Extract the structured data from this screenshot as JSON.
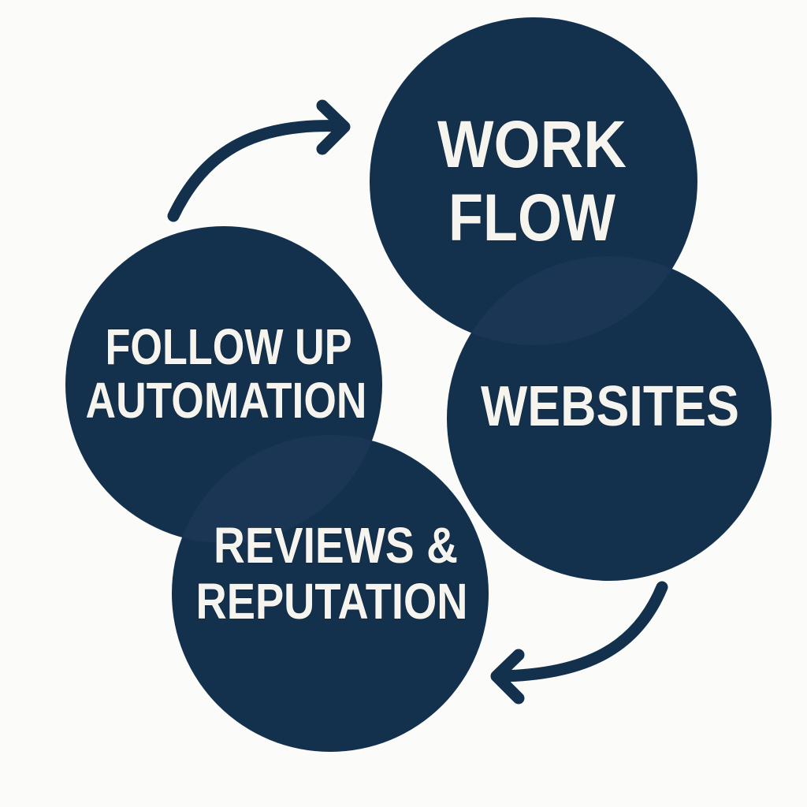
{
  "colors": {
    "background": "#fbfbf9",
    "circle_fill": "#13304d",
    "overlap_fill": "#1a3654",
    "text": "#f6f4ef",
    "arrow": "#13304d"
  },
  "nodes": [
    {
      "id": "workflow",
      "lines": [
        "WORK",
        "FLOW"
      ]
    },
    {
      "id": "follow-up",
      "lines": [
        "FOLLOW UP",
        "AUTOMATION"
      ]
    },
    {
      "id": "websites",
      "lines": [
        "WEBSITES"
      ]
    },
    {
      "id": "reviews",
      "lines": [
        "REVIEWS &",
        "REPUTATION"
      ]
    }
  ],
  "arrows": [
    {
      "id": "arrow-followup-to-workflow",
      "from": "follow-up",
      "to": "workflow",
      "direction": "clockwise"
    },
    {
      "id": "arrow-websites-to-reviews",
      "from": "websites",
      "to": "reviews",
      "direction": "clockwise"
    }
  ]
}
